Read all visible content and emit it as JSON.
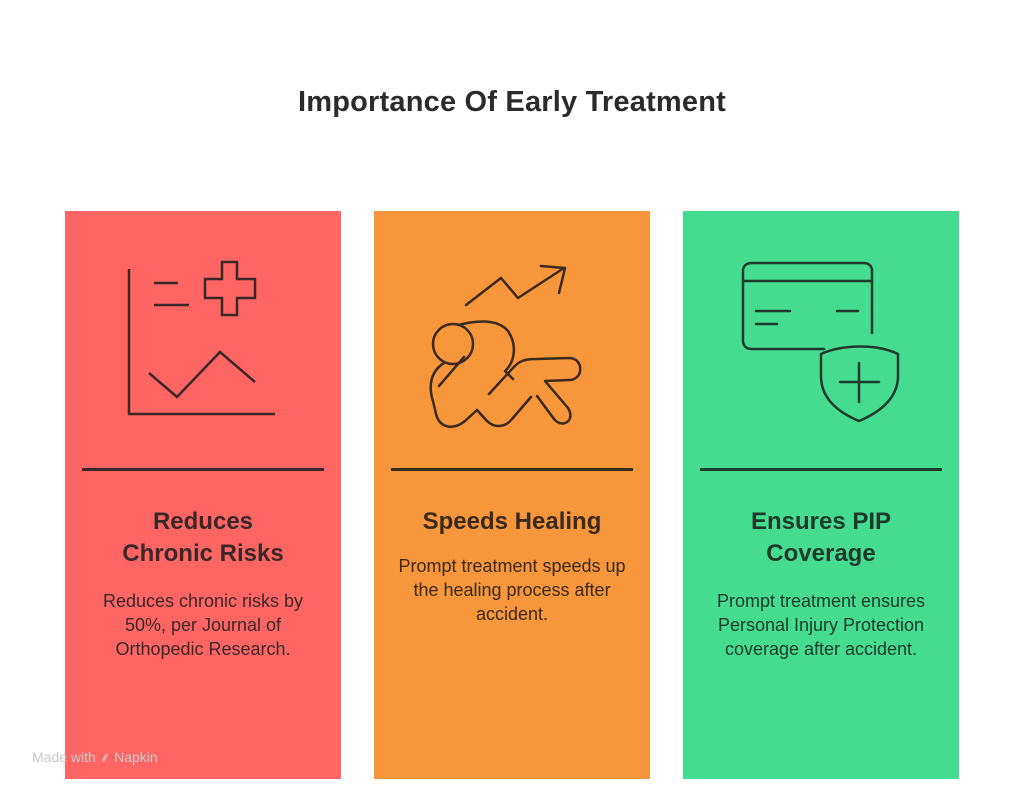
{
  "title": "Importance Of Early Treatment",
  "cards": [
    {
      "id": "chronic-risks",
      "icon": "medical-chart-icon",
      "heading": "Reduces Chronic Risks",
      "heading_lines": [
        "Reduces",
        "Chronic Risks"
      ],
      "description": "Reduces chronic risks by 50%, per Journal of Orthopedic Research.",
      "bg_color": "#FF6663",
      "ink_color": "#3A2828"
    },
    {
      "id": "speeds-healing",
      "icon": "recovering-person-trend-icon",
      "heading": "Speeds Healing",
      "heading_lines": [
        "Speeds Healing"
      ],
      "description": "Prompt treatment speeds up the healing process after accident.",
      "bg_color": "#F7963A",
      "ink_color": "#3A2A1C"
    },
    {
      "id": "pip-coverage",
      "icon": "card-shield-icon",
      "heading": "Ensures PIP Coverage",
      "heading_lines": [
        "Ensures PIP",
        "Coverage"
      ],
      "description": "Prompt treatment ensures Personal Injury Protection coverage after accident.",
      "bg_color": "#45DC91",
      "ink_color": "#1E3A2A"
    }
  ],
  "watermark": "Made with ⸙ Napkin"
}
